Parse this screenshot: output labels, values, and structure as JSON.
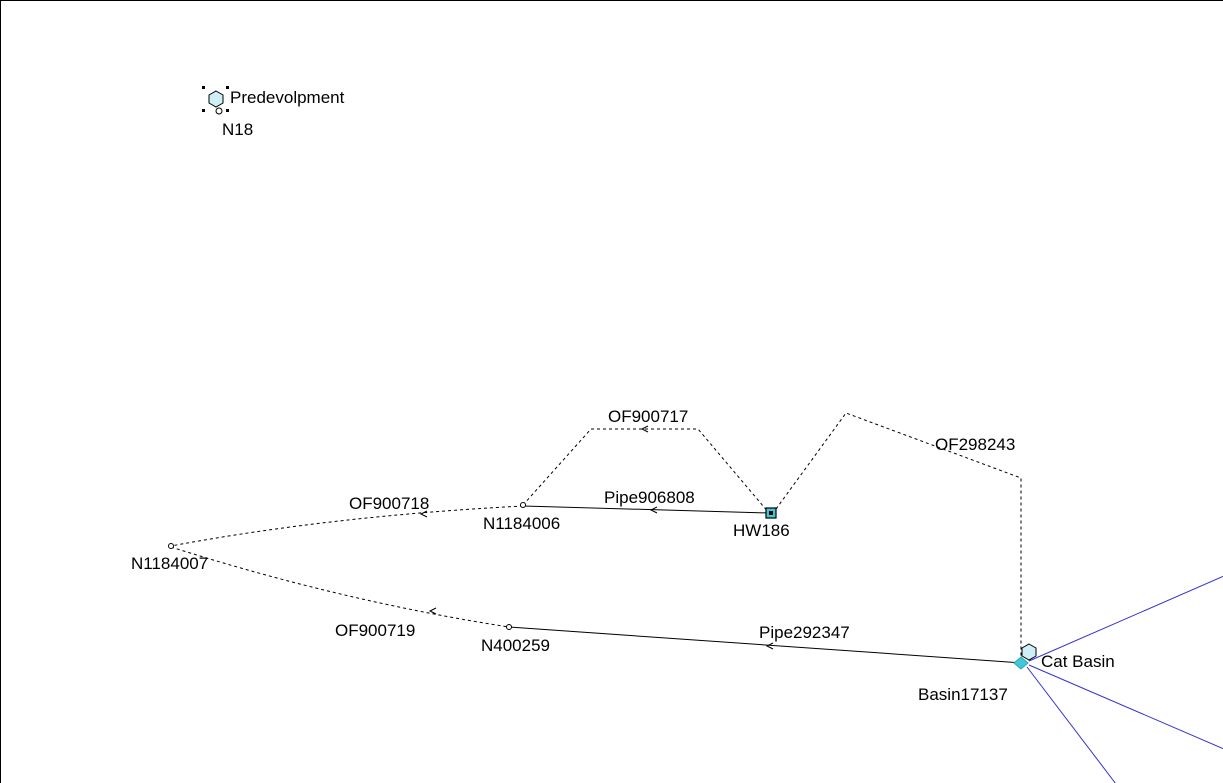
{
  "colors": {
    "link": "#000000",
    "subcatchment_link": "#3333cc",
    "subcatchment_fill": "#cdeff5",
    "storage_fill": "#40c8d8",
    "selection_handle": "#000000"
  },
  "subcatchments": [
    {
      "name": "Predevolpment",
      "icon": "subcatchment-icon",
      "selected": true
    },
    {
      "name": "Cat Basin",
      "icon": "subcatchment-icon",
      "selected": false
    }
  ],
  "nodes": [
    {
      "name": "N18",
      "icon": "junction-icon"
    },
    {
      "name": "N1184007",
      "icon": "junction-icon"
    },
    {
      "name": "N1184006",
      "icon": "junction-icon"
    },
    {
      "name": "HW186",
      "icon": "outfall-icon"
    },
    {
      "name": "N400259",
      "icon": "junction-icon"
    },
    {
      "name": "Basin17137",
      "icon": "storage-icon"
    }
  ],
  "links": [
    {
      "name": "OF900717",
      "style": "dashed"
    },
    {
      "name": "OF298243",
      "style": "dashed"
    },
    {
      "name": "OF900718",
      "style": "dashed"
    },
    {
      "name": "Pipe906808",
      "style": "solid"
    },
    {
      "name": "OF900719",
      "style": "dashed"
    },
    {
      "name": "Pipe292347",
      "style": "solid"
    }
  ]
}
